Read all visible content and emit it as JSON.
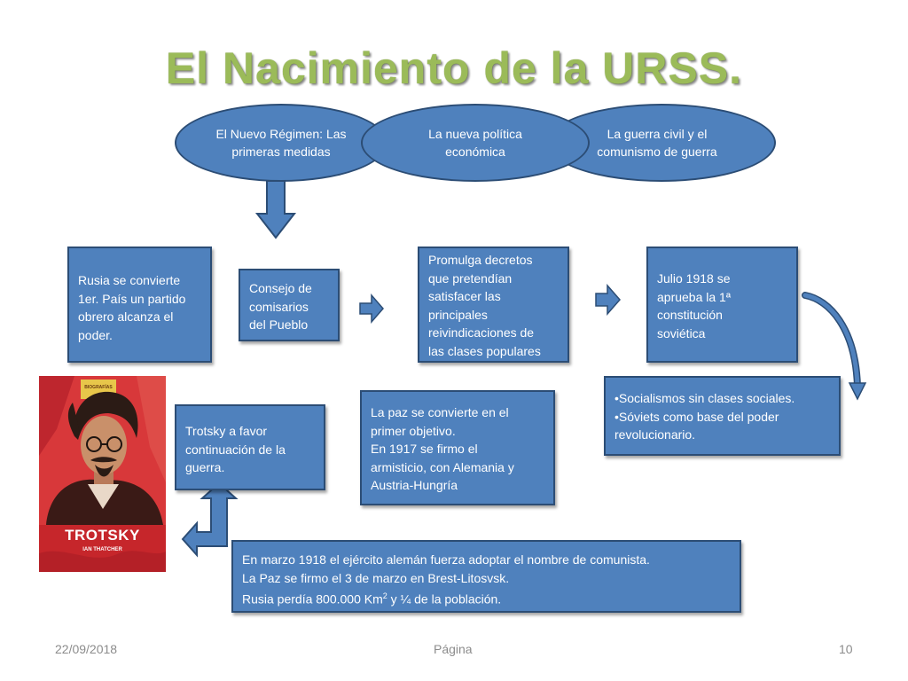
{
  "title": "El Nacimiento de la URSS.",
  "topics": [
    "El Nuevo Régimen: Las primeras medidas",
    "La nueva política económica",
    "La guerra civil y el comunismo de guerra"
  ],
  "boxes": {
    "rusia": [
      "Rusia se convierte",
      "1er. País un partido",
      "obrero alcanza el",
      "poder."
    ],
    "consejo": [
      "Consejo de",
      "comisarios",
      "del Pueblo"
    ],
    "decretos": [
      "Promulga decretos",
      "que pretendían",
      "satisfacer las",
      "principales",
      "reivindicaciones de",
      "las clases populares"
    ],
    "julio": [
      "Julio 1918  se",
      "aprueba la 1ª",
      "constitución",
      "soviética"
    ],
    "socialismos": [
      "•Socialismos sin clases sociales.",
      "•Sóviets como base del poder",
      "revolucionario."
    ],
    "trotsky": [
      "Trotsky a favor",
      "continuación de la",
      "guerra."
    ],
    "paz": [
      "La paz se convierte en el",
      "primer objetivo.",
      "En 1917 se firmo el",
      "armisticio, con Alemania y",
      "Austria-Hungría"
    ],
    "marzo": {
      "line1": "En  marzo 1918 el ejército alemán fuerza adoptar el nombre de comunista.",
      "line2": "La Paz se firmo el 3 de marzo en Brest-Litosvsk.",
      "line3_before": "Rusia perdía 800.000 Km",
      "line3_sup": "2",
      "line3_after": " y  ¼ de la población."
    }
  },
  "book": {
    "series": "BIOGRAFÍAS",
    "title": "TROTSKY",
    "author": "IAN THATCHER"
  },
  "footer": {
    "date": "22/09/2018",
    "label": "Página",
    "page": "10"
  },
  "colors": {
    "shape_fill": "#4f81bd",
    "shape_border": "#2c4d75",
    "title": "#9bbb59",
    "book_red": "#c6262b"
  }
}
